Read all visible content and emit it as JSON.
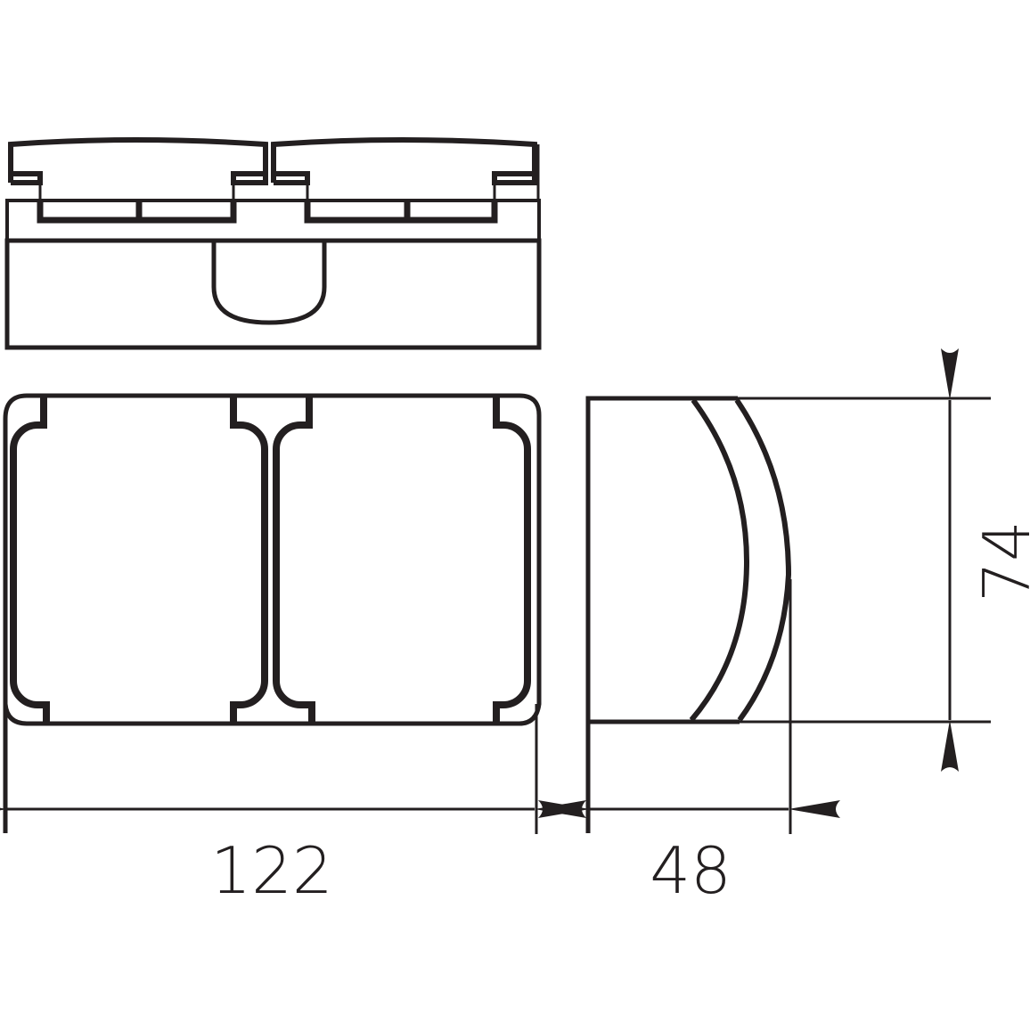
{
  "drawing": {
    "line_color": "#231f20",
    "background": "#ffffff",
    "dimensions": {
      "width": "122",
      "depth": "48",
      "height": "74"
    },
    "units_shown": false
  }
}
